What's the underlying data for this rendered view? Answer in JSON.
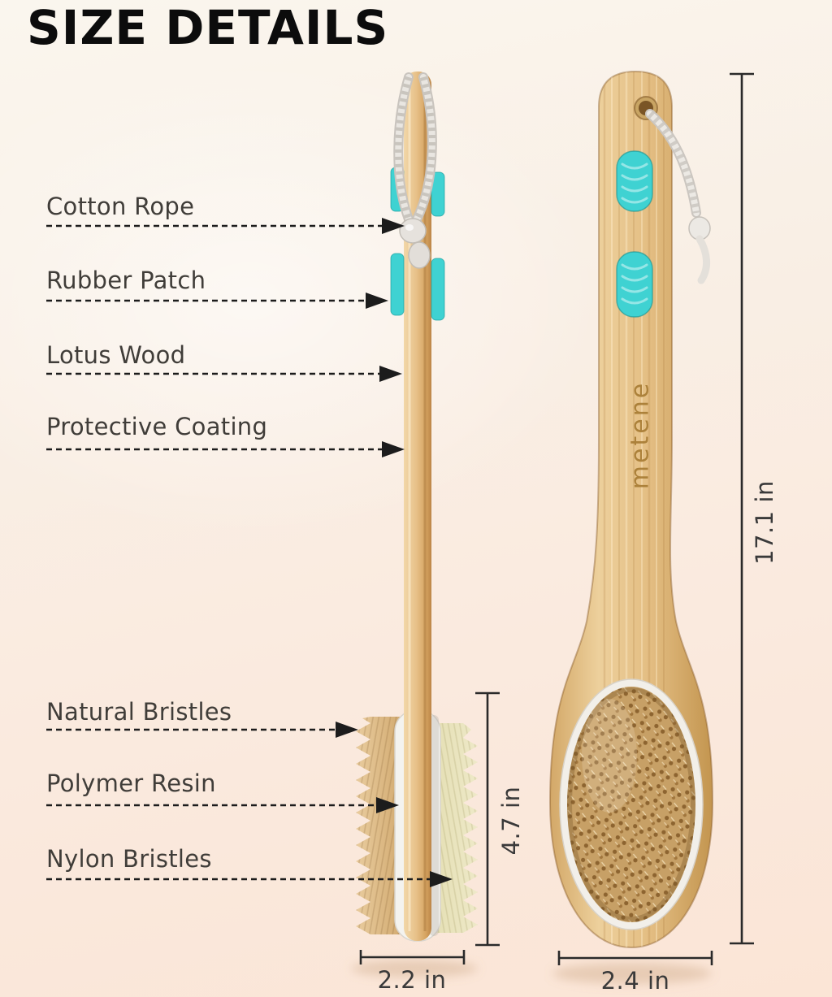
{
  "title": "SIZE DETAILS",
  "brand": "metene",
  "callouts": [
    {
      "id": "cotton-rope",
      "label": "Cotton Rope"
    },
    {
      "id": "rubber-patch",
      "label": "Rubber Patch"
    },
    {
      "id": "lotus-wood",
      "label": "Lotus Wood"
    },
    {
      "id": "protective-coating",
      "label": "Protective Coating"
    },
    {
      "id": "natural-bristles",
      "label": "Natural Bristles"
    },
    {
      "id": "polymer-resin",
      "label": "Polymer Resin"
    },
    {
      "id": "nylon-bristles",
      "label": "Nylon Bristles"
    }
  ],
  "measurements": {
    "total_length": "17.1 in",
    "head_height": "4.7 in",
    "head_depth": "2.2 in",
    "head_width": "2.4 in"
  },
  "colors": {
    "accent_teal": "#3fd2d2",
    "wood": "#e3bc83",
    "line": "#1d1d1d",
    "label_text": "#403d39"
  }
}
